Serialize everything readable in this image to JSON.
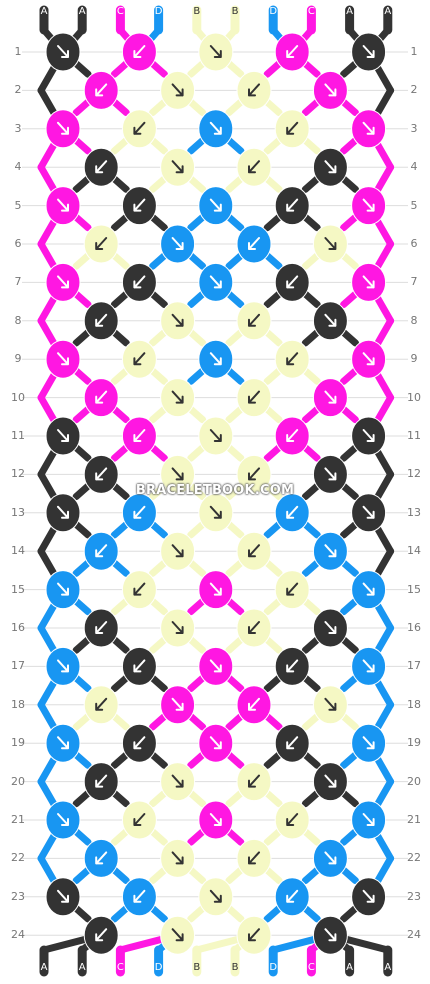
{
  "colors": {
    "A": "#333333",
    "B": "#f5f8c4",
    "C": "#ff17e2",
    "D": "#1896f2"
  },
  "strands_top": [
    "A",
    "A",
    "C",
    "D",
    "B",
    "B",
    "D",
    "C",
    "A",
    "A"
  ],
  "strands_bottom": [
    "A",
    "A",
    "C",
    "D",
    "B",
    "B",
    "D",
    "C",
    "A",
    "A"
  ],
  "row_numbers": [
    "1",
    "2",
    "3",
    "4",
    "5",
    "6",
    "7",
    "8",
    "9",
    "10",
    "11",
    "12",
    "13",
    "14",
    "15",
    "16",
    "17",
    "18",
    "19",
    "20",
    "21",
    "22",
    "23",
    "24"
  ],
  "knots": [
    [
      "A",
      "C",
      "B",
      "C",
      "A"
    ],
    [
      "C",
      "B",
      "B",
      "C"
    ],
    [
      "C",
      "B",
      "D",
      "B",
      "C"
    ],
    [
      "A",
      "B",
      "B",
      "A"
    ],
    [
      "C",
      "A",
      "D",
      "A",
      "C"
    ],
    [
      "B",
      "D",
      "D",
      "B"
    ],
    [
      "C",
      "A",
      "D",
      "A",
      "C"
    ],
    [
      "A",
      "B",
      "B",
      "A"
    ],
    [
      "C",
      "B",
      "D",
      "B",
      "C"
    ],
    [
      "C",
      "B",
      "B",
      "C"
    ],
    [
      "A",
      "C",
      "B",
      "C",
      "A"
    ],
    [
      "A",
      "B",
      "B",
      "A"
    ],
    [
      "A",
      "D",
      "B",
      "D",
      "A"
    ],
    [
      "D",
      "B",
      "B",
      "D"
    ],
    [
      "D",
      "B",
      "C",
      "B",
      "D"
    ],
    [
      "A",
      "B",
      "B",
      "A"
    ],
    [
      "D",
      "A",
      "C",
      "A",
      "D"
    ],
    [
      "B",
      "C",
      "C",
      "B"
    ],
    [
      "D",
      "A",
      "C",
      "A",
      "D"
    ],
    [
      "A",
      "B",
      "B",
      "A"
    ],
    [
      "D",
      "B",
      "C",
      "B",
      "D"
    ],
    [
      "D",
      "B",
      "B",
      "D"
    ],
    [
      "A",
      "D",
      "B",
      "D",
      "A"
    ],
    [
      "A",
      "B",
      "B",
      "A"
    ]
  ],
  "watermark": "BRACELETBOOK.COM"
}
